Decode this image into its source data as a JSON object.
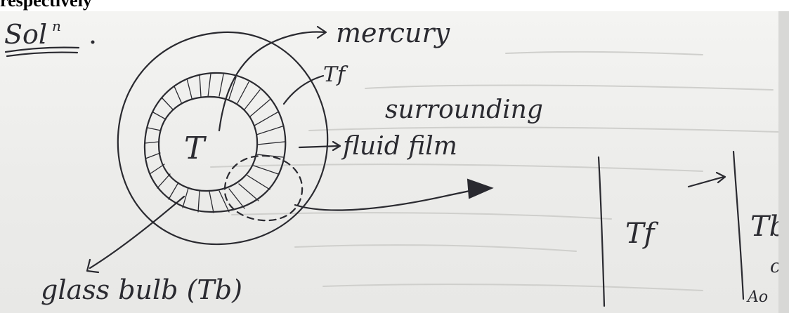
{
  "heading": "respectively",
  "diagram": {
    "solution_label": "Sol",
    "solution_sup": "n",
    "labels": {
      "mercury": "mercury",
      "T": "T",
      "Tf": "Tf",
      "surrounding": "surrounding",
      "fluid_film": "fluid film",
      "glass_bulb": "glass bulb (Tb)"
    },
    "zoom": {
      "Tf": "Tf",
      "Tb": "Tb",
      "small_c": "c",
      "Ao": "Ao"
    }
  },
  "colors": {
    "ink": "#2a2a30",
    "paper": "#ececea",
    "bleed": "#cfcfcc"
  }
}
